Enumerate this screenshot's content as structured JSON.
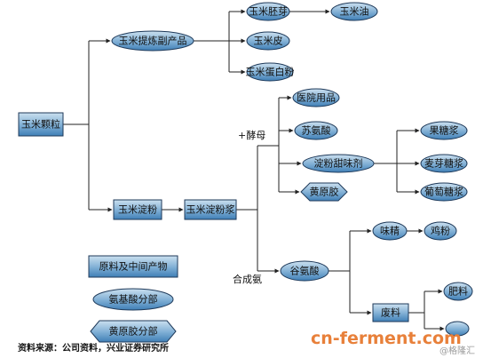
{
  "nodes": {
    "corn_kernel": "玉米颗粒",
    "corn_refined_byproducts": "玉米提炼副产品",
    "corn_germ": "玉米胚芽",
    "corn_oil": "玉米油",
    "corn_bran": "玉米皮",
    "corn_protein_powder": "玉米蛋白粉",
    "corn_starch": "玉米淀粉",
    "corn_starch_slurry": "玉米淀粉浆",
    "medical_supplies": "医院用品",
    "threonine": "苏氨酸",
    "starch_sweetener": "淀粉甜味剂",
    "xanthan_gum": "黄原胶",
    "fructose_syrup": "果糖浆",
    "maltose_syrup": "麦芽糖浆",
    "glucose_syrup": "葡萄糖浆",
    "glutamic_acid": "谷氨酸",
    "msg": "味精",
    "chicken_essence": "鸡粉",
    "waste_liquor": "废料",
    "fertilizer": "肥料"
  },
  "labels": {
    "yeast": "+酵母",
    "synthetic_ammonia": "合成氨"
  },
  "legend": {
    "raw_intermediate": "原料及中间产物",
    "amino_acid_branch": "氨基酸分部",
    "xanthan_branch": "黄原胶分部"
  },
  "source": "资料来源：公司资料，兴业证券研究所",
  "watermark": {
    "brand": "cn-ferment.com",
    "sub": "@格隆汇"
  },
  "colors": {
    "fill_top": "#cbe0ef",
    "fill_mid": "#7eaed4",
    "fill_bottom": "#3f7fb6",
    "stroke": "#1f3a5a",
    "line": "#222222",
    "watermark": "#e8803a"
  }
}
